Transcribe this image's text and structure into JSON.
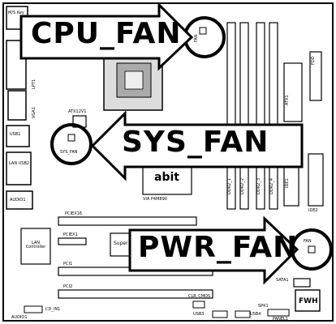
{
  "callouts": {
    "cpu": "CPU_FAN",
    "sys": "SYS_FAN",
    "pwr": "PWR_FAN"
  },
  "board_labels": {
    "cpu_fan_small": "FAN",
    "sys_fan_small": "SYS_FAN",
    "pwr_fan_small": "FAN",
    "atx12v": "ATX12V1",
    "usb1": "USB1",
    "lan_usb2": "LAN USB2",
    "audio1": "AUDIO1",
    "pciex16": "PCIEX16",
    "pciex1": "PCIEX1",
    "pci1": "PCI1",
    "pci2": "PCI2",
    "lan_controller": "LAN Controller",
    "super": "Super",
    "chipset": "VIA P4M890",
    "brand": "abit",
    "ddr2_1": "DDR2_1",
    "ddr2_2": "DDR2_2",
    "ddr2_3": "DDR2_3",
    "ddr2_4": "DDR2_4",
    "atx1": "ATX1",
    "ide1": "IDE1",
    "ide2": "IDE2",
    "fdd": "FDD",
    "lpt1": "LPT1",
    "vga1": "VGA1",
    "ms_kb": "M/S Key",
    "sata1": "SATA1",
    "fwh": "FWH",
    "clr_cmos": "CLR_CMOS",
    "usb3": "USB3",
    "usb4": "USB4",
    "spk1": "SPK1",
    "panel1": "PANEL1",
    "cd_in1": "CD_IN1",
    "audio_front": "AUDIO1"
  }
}
